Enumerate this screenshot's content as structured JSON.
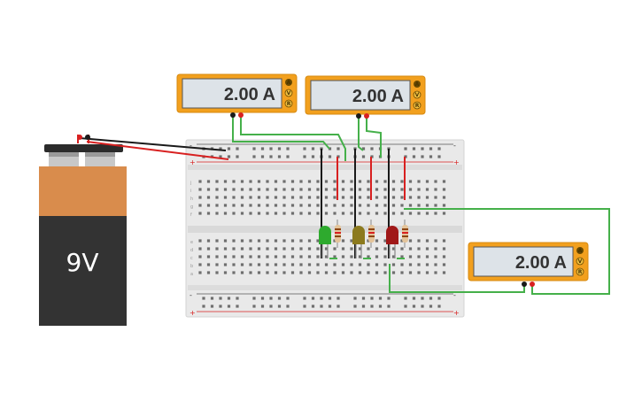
{
  "battery": {
    "label": "9V"
  },
  "multimeters": [
    {
      "reading": "2.00 A",
      "modes": [
        "A",
        "V",
        "R"
      ]
    },
    {
      "reading": "2.00 A",
      "modes": [
        "A",
        "V",
        "R"
      ]
    },
    {
      "reading": "2.00 A",
      "modes": [
        "A",
        "V",
        "R"
      ]
    }
  ],
  "breadboard": {
    "row_letters_top": [
      "j",
      "i",
      "h",
      "g",
      "f"
    ],
    "row_letters_bottom": [
      "e",
      "d",
      "c",
      "b",
      "a"
    ],
    "rail_signs": [
      "+",
      "-"
    ]
  },
  "leds": [
    {
      "color_name": "green",
      "color": "#2eaa2e"
    },
    {
      "color_name": "yellow",
      "color": "#8c7a1e"
    },
    {
      "color_name": "red",
      "color": "#a01818"
    }
  ],
  "colors": {
    "wire_green": "#45b04a",
    "wire_red": "#d82020",
    "wire_black": "#1a1a1a",
    "multimeter_body": "#f2a01e",
    "lcd": "#dde3e8",
    "battery_top": "#d98c4c",
    "battery_bottom": "#333333"
  }
}
